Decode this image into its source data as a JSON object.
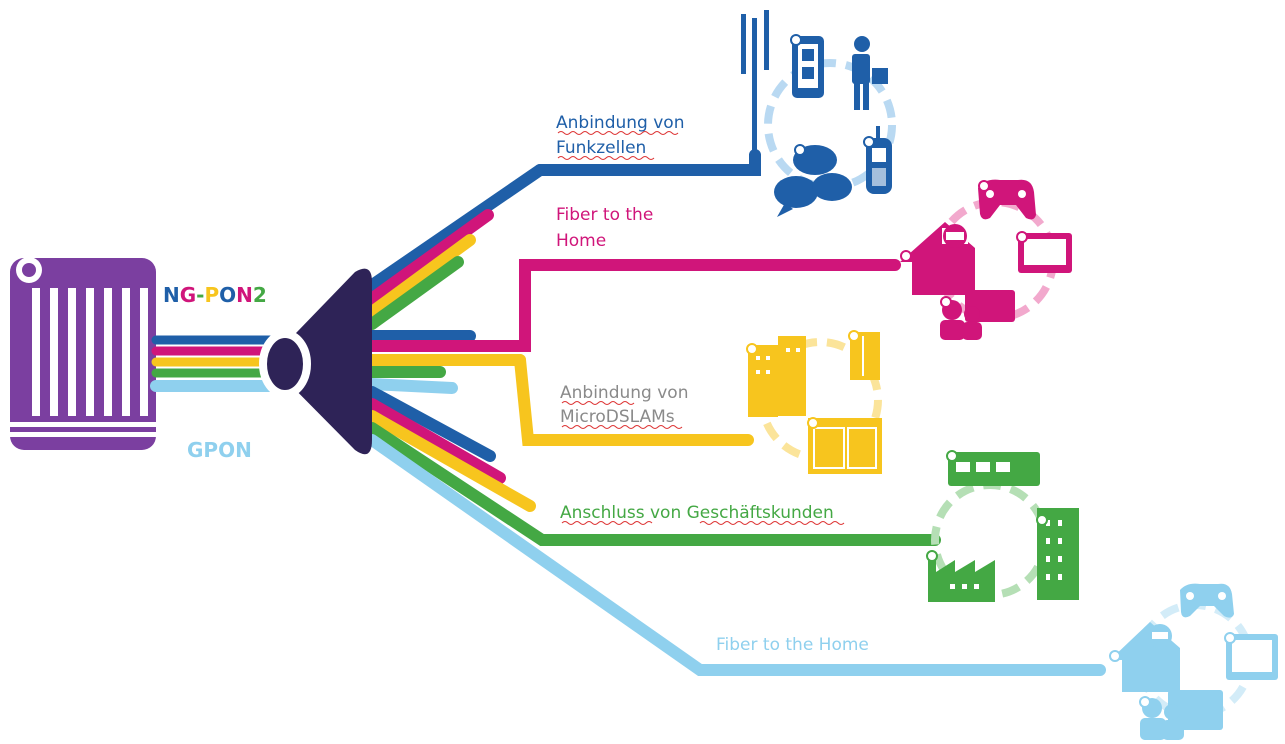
{
  "colors": {
    "purple": "#7b3fa0",
    "navy": "#2e2357",
    "blue": "#1f5fa8",
    "magenta": "#d0157a",
    "yellow": "#f7c51e",
    "green": "#44a844",
    "lightblue": "#8fd0ee",
    "gpon_text": "#8fd0ee",
    "grey_text": "#8a8a8a"
  },
  "source": {
    "ng_pon2_letters": [
      "N",
      "G",
      "-",
      "P",
      "O",
      "N",
      "2"
    ],
    "gpon_label": "GPON"
  },
  "branches": [
    {
      "id": "funkzellen",
      "line1": "Anbindung von",
      "line2": "Funkzellen",
      "color": "blue"
    },
    {
      "id": "ftth",
      "line1": "Fiber to the",
      "line2": "Home",
      "color": "magenta"
    },
    {
      "id": "microdslam",
      "line1": "Anbindung von",
      "line2": "MicroDSLAMs",
      "color": "grey"
    },
    {
      "id": "geschaeft",
      "line1": "Anschluss von Geschäftskunden",
      "color": "green"
    },
    {
      "id": "ftth_gpon",
      "line1": "Fiber to the Home",
      "color": "lightblue"
    }
  ]
}
